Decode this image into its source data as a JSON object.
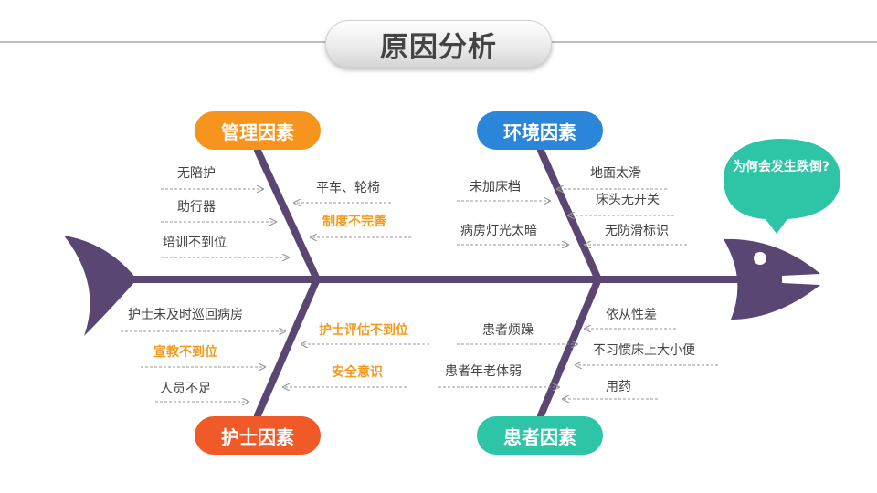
{
  "title": "原因分析",
  "effect": "为何会发生跌倒?",
  "colors": {
    "bone": "#5a4672",
    "orange": "#f7941d",
    "blue": "#2b86d9",
    "red": "#ef5a28",
    "teal": "#2ec4a6",
    "highlight": "#f39a1e"
  },
  "categories": {
    "management": {
      "label": "管理因素",
      "left_causes": [
        "无陪护",
        "助行器",
        "培训不到位"
      ],
      "right_causes": [
        "平车、轮椅",
        "制度不完善"
      ]
    },
    "environment": {
      "label": "环境因素",
      "left_causes": [
        "未加床档",
        "病房灯光太暗"
      ],
      "right_causes": [
        "地面太滑",
        "床头无开关",
        "无防滑标识"
      ]
    },
    "nurse": {
      "label": "护士因素",
      "left_causes": [
        "护士未及时巡回病房",
        "宣教不到位",
        "人员不足"
      ],
      "right_causes": [
        "护士评估不到位",
        "安全意识"
      ]
    },
    "patient": {
      "label": "患者因素",
      "left_causes": [
        "患者烦躁",
        "患者年老体弱"
      ],
      "right_causes": [
        "依从性差",
        "不习惯床上大小便",
        "用药"
      ]
    }
  }
}
